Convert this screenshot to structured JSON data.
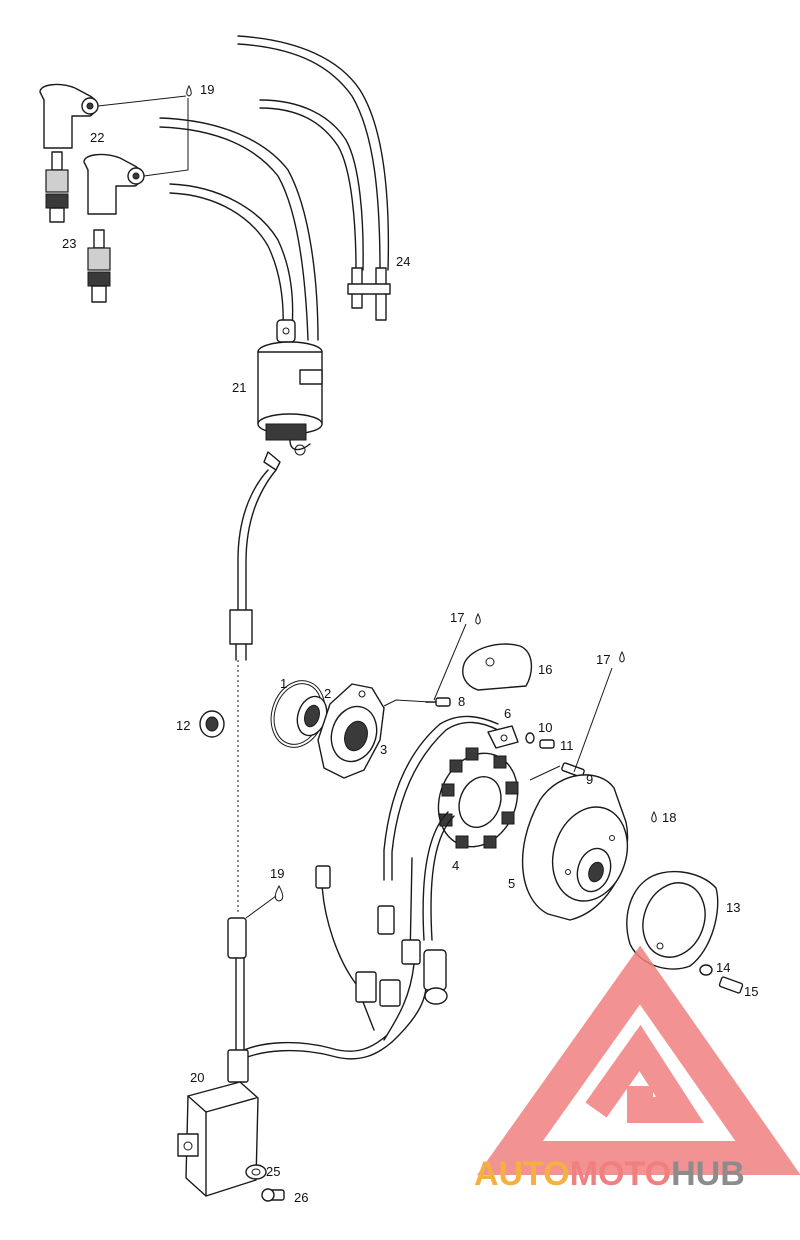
{
  "callouts": [
    {
      "id": "c1",
      "text": "1"
    },
    {
      "id": "c2",
      "text": "2"
    },
    {
      "id": "c3",
      "text": "3"
    },
    {
      "id": "c4",
      "text": "4"
    },
    {
      "id": "c5",
      "text": "5"
    },
    {
      "id": "c6",
      "text": "6"
    },
    {
      "id": "c8",
      "text": "8"
    },
    {
      "id": "c9",
      "text": "9"
    },
    {
      "id": "c10",
      "text": "10"
    },
    {
      "id": "c11",
      "text": "11"
    },
    {
      "id": "c12",
      "text": "12"
    },
    {
      "id": "c13",
      "text": "13"
    },
    {
      "id": "c14",
      "text": "14"
    },
    {
      "id": "c15",
      "text": "15"
    },
    {
      "id": "c16",
      "text": "16"
    },
    {
      "id": "c17a",
      "text": "17"
    },
    {
      "id": "c17b",
      "text": "17"
    },
    {
      "id": "c18",
      "text": "18"
    },
    {
      "id": "c19a",
      "text": "19"
    },
    {
      "id": "c19b",
      "text": "19"
    },
    {
      "id": "c20",
      "text": "20"
    },
    {
      "id": "c21",
      "text": "21"
    },
    {
      "id": "c22",
      "text": "22"
    },
    {
      "id": "c23",
      "text": "23"
    },
    {
      "id": "c24",
      "text": "24"
    },
    {
      "id": "c25",
      "text": "25"
    },
    {
      "id": "c26",
      "text": "26"
    }
  ],
  "watermark": {
    "part1": "AUTO",
    "part2": "MOTO",
    "part3": "HUB",
    "color_orange": "#f5b041",
    "color_red": "#f08080",
    "color_grey": "#8c8c8c"
  }
}
